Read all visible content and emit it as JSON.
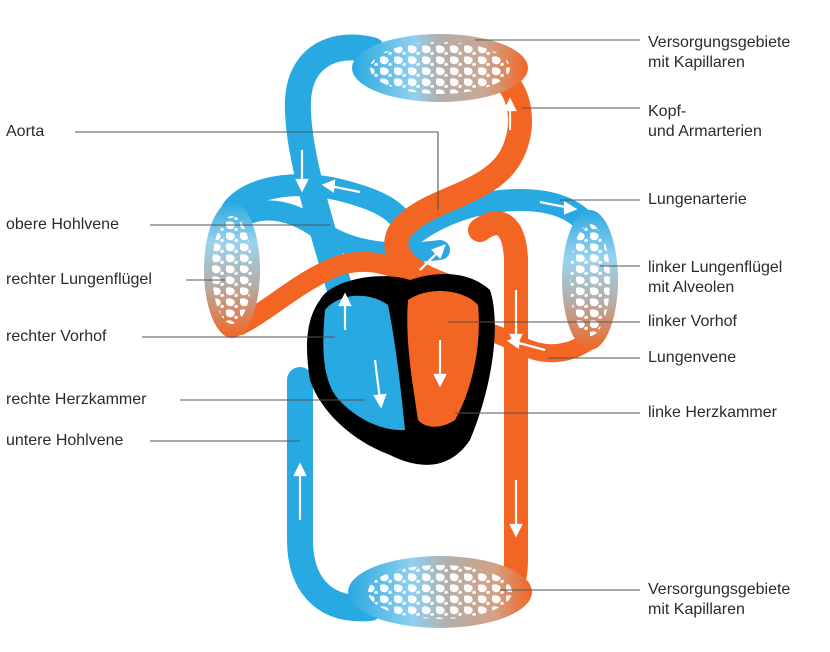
{
  "colors": {
    "oxygenated": "#f26522",
    "deoxygenated": "#29a9e1",
    "capillary_gray": "#a9a39f",
    "heart_outline": "#000000",
    "label_text": "#2b2b2b"
  },
  "labels": {
    "supply_top_line1": "Versorgungsgebiete",
    "supply_top_line2": "mit Kapillaren",
    "head_arteries_line1": "Kopf-",
    "head_arteries_line2": "und Armarterien",
    "aorta": "Aorta",
    "pulmonary_artery": "Lungenarterie",
    "superior_vena_cava": "obere Hohlvene",
    "right_lung": "rechter Lungenflügel",
    "left_lung_line1": "linker Lungenflügel",
    "left_lung_line2": "mit Alveolen",
    "right_atrium": "rechter Vorhof",
    "left_atrium": "linker Vorhof",
    "pulmonary_vein": "Lungenvene",
    "right_ventricle": "rechte Herzkammer",
    "left_ventricle": "linke Herzkammer",
    "inferior_vena_cava": "untere Hohlvene",
    "supply_bottom_line1": "Versorgungsgebiete",
    "supply_bottom_line2": "mit Kapillaren"
  }
}
